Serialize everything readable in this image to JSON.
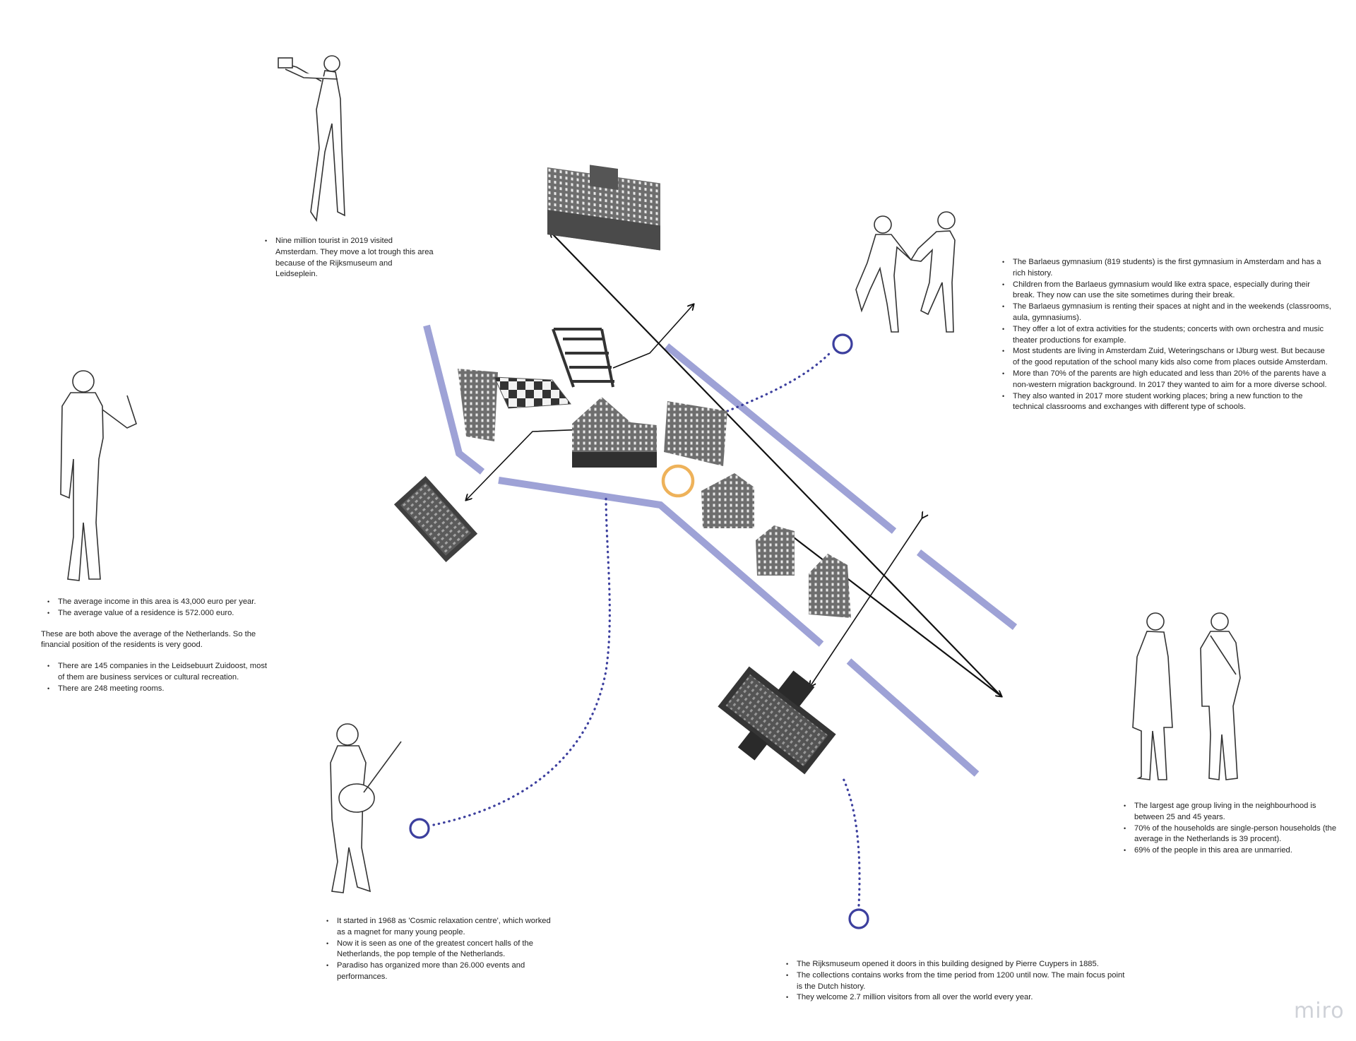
{
  "notes": {
    "tourists": [
      "Nine million tourist in 2019 visited Amsterdam. They move a lot trough this area because of the Rijksmuseum and Leidseplein."
    ],
    "income_list": [
      "The average income in this area is 43,000 euro per year.",
      "The average value of a residence is 572.000 euro."
    ],
    "income_paragraph": "These are both above the average of the Netherlands. So the financial position of the residents is very good.",
    "companies_list": [
      "There are 145 companies in the Leidsebuurt Zuidoost, most of them are business services or cultural recreation.",
      "There are 248 meeting rooms."
    ],
    "barlaeus": [
      "The Barlaeus gymnasium (819 students) is the first gymnasium in Amsterdam and has a rich history.",
      "Children from the Barlaeus gymnasium would like extra space, especially during their break. They now can use the site sometimes during their break.",
      "The Barlaeus gymnasium is renting their spaces at night and in the weekends (classrooms, aula, gymnasiums).",
      "They offer a lot of extra activities for the students; concerts with own orchestra and music theater productions for example.",
      "Most students are living in Amsterdam Zuid, Weteringschans or IJburg west. But because of the good reputation of the school many kids also come from places outside Amsterdam.",
      "More than 70% of the parents are high educated and less than 20% of the parents have a non-western migration background. In 2017 they wanted to aim for a more diverse school.",
      "They also wanted in 2017 more student working places; bring a new function to the technical classrooms and exchanges with different type of schools."
    ],
    "age_group": [
      "The largest age group living in the neighbourhood is between 25 and 45 years.",
      "70% of the households are single-person households (the average in the Netherlands is 39 procent).",
      "69% of the people in this area are unmarried."
    ],
    "paradiso": [
      "It started in 1968 as 'Cosmic relaxation centre', which worked as a magnet for many young people.",
      "Now it is seen as one of the greatest concert halls of the Netherlands, the pop temple of the Netherlands.",
      "Paradiso  has organized more than 26.000 events and performances."
    ],
    "rijksmuseum": [
      "The Rijksmuseum opened it doors in this building designed by Pierre Cuypers in 1885.",
      "The collections contains works from the time period from 1200 until now. The main focus point is the Dutch history.",
      "They welcome 2.7 million visitors from all over the world every year."
    ]
  },
  "brand": "miro",
  "colors": {
    "canal": "#9ea2d6",
    "marker": "#3c3f9e",
    "site_circle": "#eeb25a",
    "photo_dark": "#3a3a3a",
    "photo_mid": "#7a7a7a",
    "line": "#111111"
  }
}
